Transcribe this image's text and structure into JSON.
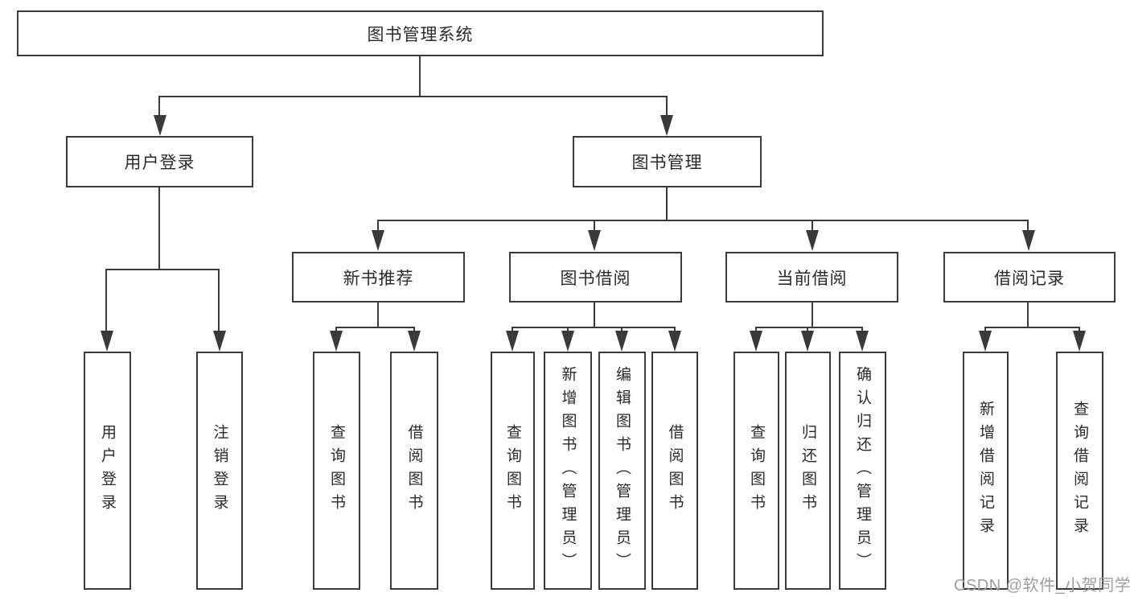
{
  "diagram": {
    "root": {
      "label": "图书管理系统"
    },
    "level2": [
      {
        "label": "用户登录"
      },
      {
        "label": "图书管理"
      }
    ],
    "level3": [
      {
        "label": "新书推荐"
      },
      {
        "label": "图书借阅"
      },
      {
        "label": "当前借阅"
      },
      {
        "label": "借阅记录"
      }
    ],
    "leaves": {
      "user_login": [
        {
          "label": "用户登录"
        },
        {
          "label": "注销登录"
        }
      ],
      "new_books": [
        {
          "label": "查询图书"
        },
        {
          "label": "借阅图书"
        }
      ],
      "book_borrow": [
        {
          "label": "查询图书"
        },
        {
          "label": "新增图书（管理员）"
        },
        {
          "label": "编辑图书（管理员）"
        },
        {
          "label": "借阅图书"
        }
      ],
      "current_borrow": [
        {
          "label": "查询图书"
        },
        {
          "label": "归还图书"
        },
        {
          "label": "确认归还（管理员）"
        }
      ],
      "borrow_records": [
        {
          "label": "新增借阅记录"
        },
        {
          "label": "查询借阅记录"
        }
      ]
    },
    "watermark": "CSDN @软件_小贺同学",
    "colors": {
      "line": "#3a3a3a",
      "text": "#2a2a2a",
      "watermark": "#9e9e9e",
      "background": "#ffffff"
    }
  }
}
